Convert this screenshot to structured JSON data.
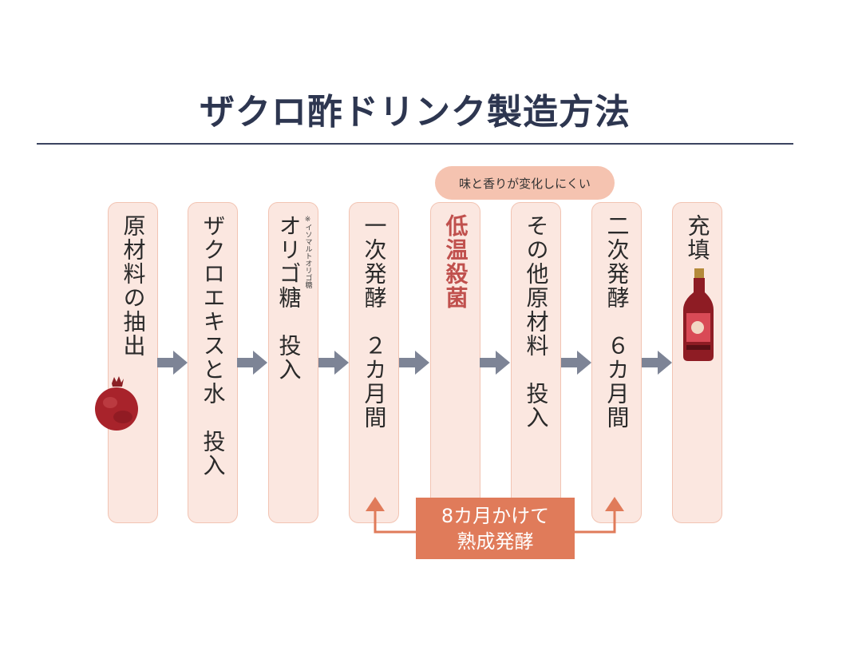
{
  "title": "ザクロ酢ドリンク製造方法",
  "note_bubble": "味と香りが変化しにくい",
  "steps": [
    {
      "text": "原材料の抽出"
    },
    {
      "text": "ザクロエキスと水　投入"
    },
    {
      "note": "※イソマルトオリゴ糖",
      "text": "オリゴ糖　投入"
    },
    {
      "text": "一次発酵　２カ月間"
    },
    {
      "text": "低温殺菌",
      "accent": "#c0504d"
    },
    {
      "text": "その他原材料　投入"
    },
    {
      "text": "二次発酵　６カ月間"
    },
    {
      "text": "充填"
    }
  ],
  "ferment_box": {
    "line1": "8カ月かけて",
    "line2": "熟成発酵"
  },
  "colors": {
    "box_fill": "#fbe7e0",
    "box_border": "#f2c4b3",
    "arrow": "#7d8496",
    "ferment": "#e07b5a",
    "title": "#2d3650"
  },
  "icons": [
    "pomegranate-icon",
    "bottle-icon",
    "right-arrow-icon",
    "up-arrow-icon"
  ]
}
